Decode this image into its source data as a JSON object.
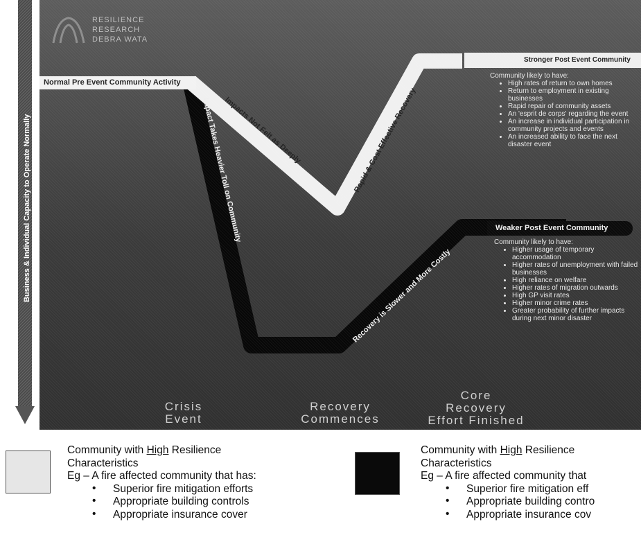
{
  "axis": {
    "label": "Business & Individual Capacity to Operate Normally"
  },
  "logo": {
    "line1": "RESILIENCE",
    "line2": "RESEARCH",
    "line3": "DEBRA WATA"
  },
  "diagram": {
    "start_label": "Normal Pre Event Community  Activity",
    "light_path": {
      "drop_label": "Impacts Not Felt as Deeply",
      "rise_label": "Rapid & Cost Effective Recovery",
      "end_label": "Stronger Post Event Community",
      "intro": "Community likely to have:",
      "items": [
        "High rates of return to own homes",
        "Return to employment in existing businesses",
        "Rapid repair of community assets",
        "An 'esprit de corps' regarding the event",
        "An increase in individual participation in community projects and events",
        "An increased ability to face the next disaster event"
      ]
    },
    "dark_path": {
      "drop_label": "Impact Takes Heavier Toll on Community",
      "rise_label": "Recovery is Slower and More Costly",
      "end_label": "Weaker Post Event Community",
      "intro": "Community likely to have:",
      "items": [
        "Higher usage of temporary accommodation",
        "Higher rates of unemployment with failed businesses",
        "High reliance on welfare",
        "Higher rates of migration outwards",
        "High GP visit rates",
        "Higher minor crime rates",
        "Greater probability of further impacts during next minor disaster"
      ]
    },
    "milestones": [
      {
        "line1": "Crisis",
        "line2": "Event"
      },
      {
        "line1": "Recovery",
        "line2": "Commences"
      },
      {
        "line1": "Core",
        "line2": "Recovery",
        "line3": "Effort Finished"
      }
    ]
  },
  "legend": {
    "light": {
      "line1_pre": "Community with ",
      "line1_u": "High",
      "line1_post": " Resilience",
      "line2": "Characteristics",
      "line3": "Eg – A fire affected community that has:",
      "items": [
        "Superior fire mitigation efforts",
        "Appropriate building controls",
        "Appropriate insurance cover"
      ],
      "swatch_color": "#e6e6e6"
    },
    "dark": {
      "line1_pre": "Community with ",
      "line1_u": "High",
      "line1_post": " Resilience",
      "line2": "Characteristics",
      "line3": "Eg – A fire affected community that",
      "items": [
        "Superior fire mitigation eff",
        "Appropriate building contro",
        "Appropriate insurance cov"
      ],
      "swatch_color": "#0a0a0a"
    },
    "bullet": "•"
  }
}
